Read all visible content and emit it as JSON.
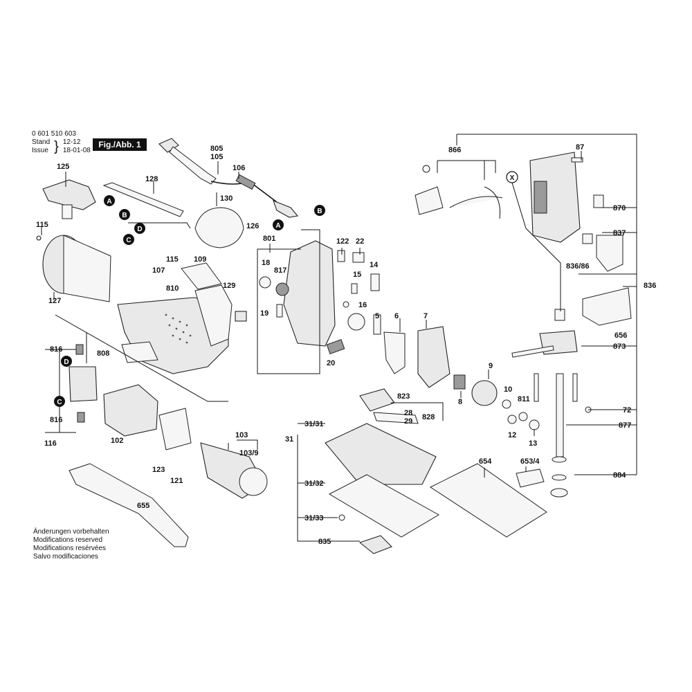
{
  "header": {
    "model_number": "0 601 510 603",
    "stand_label": "Stand",
    "issue_label": "Issue",
    "stand_value": "12-12",
    "issue_value": "18-01-08",
    "figure_label": "Fig./Abb. 1"
  },
  "notes": [
    "Änderungen vorbehalten",
    "Modifications reserved",
    "Modifications resérvées",
    "Salvo modificaciones"
  ],
  "part_labels": {
    "p125": "125",
    "p128": "128",
    "p805": "805",
    "p105": "105",
    "p106": "106",
    "p130": "130",
    "p126": "126",
    "p115a": "115",
    "p127": "127",
    "p801": "801",
    "p122": "122",
    "p22": "22",
    "p18": "18",
    "p817": "817",
    "p14": "14",
    "p15": "15",
    "p16": "16",
    "p19": "19",
    "p5": "5",
    "p20": "20",
    "p107": "107",
    "p115b": "115",
    "p109": "109",
    "p810": "810",
    "p129": "129",
    "p816a": "816",
    "p808": "808",
    "p816b": "816",
    "p116": "116",
    "p102": "102",
    "p123": "123",
    "p121": "121",
    "p103": "103",
    "p103_9": "103/9",
    "p655": "655",
    "p866": "866",
    "p87": "87",
    "p870": "870",
    "p837": "837",
    "p836_86": "836/86",
    "p836": "836",
    "p656": "656",
    "p873": "873",
    "p6": "6",
    "p7": "7",
    "p9": "9",
    "p8": "8",
    "p10": "10",
    "p811": "811",
    "p12": "12",
    "p13": "13",
    "p72": "72",
    "p877": "877",
    "p823": "823",
    "p28": "28",
    "p29": "29",
    "p828": "828",
    "p31": "31",
    "p31_31": "31/31",
    "p31_32": "31/32",
    "p31_33": "31/33",
    "p835": "835",
    "p654": "654",
    "p653_4": "653/4",
    "p884": "884"
  },
  "callouts": {
    "a": "A",
    "b": "B",
    "c": "C",
    "d": "D",
    "x": "X"
  }
}
